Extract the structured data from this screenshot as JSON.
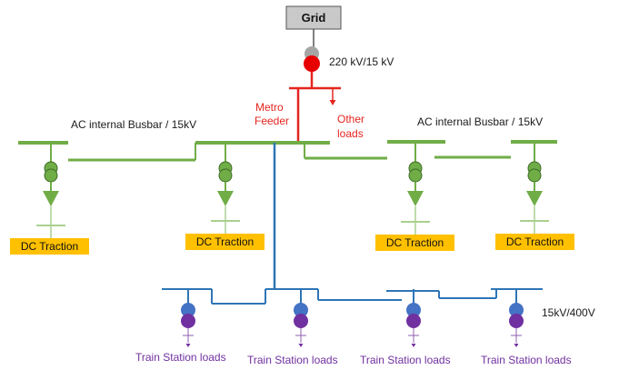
{
  "grid": {
    "label": "Grid"
  },
  "main_transformer": {
    "label": "220 kV/15 kV"
  },
  "metro_feeder": {
    "line1": "Metro",
    "line2": "Feeder"
  },
  "other_loads": {
    "line1": "Other",
    "line2": "loads"
  },
  "busbars": {
    "left_label": "AC internal Busbar / 15kV",
    "right_label": "AC internal Busbar / 15kV"
  },
  "dc_traction": [
    {
      "label": "DC Traction"
    },
    {
      "label": "DC Traction"
    },
    {
      "label": "DC Traction"
    },
    {
      "label": "DC Traction"
    }
  ],
  "station_transformer": {
    "label": "15kV/400V"
  },
  "train_station_loads": [
    {
      "label": "Train Station loads"
    },
    {
      "label": "Train Station loads"
    },
    {
      "label": "Train Station loads"
    },
    {
      "label": "Train Station loads"
    }
  ],
  "colors": {
    "grid_box": "#c9c9c9",
    "transformer_top": "#a5a5a5",
    "transformer_bottom": "#e80000",
    "feeder": "#e4251f",
    "busbar": "#70ad47",
    "dc_box": "#ffc000",
    "dc_bar": "#a9d18e",
    "station_line": "#2e75b6",
    "station_tx_top": "#4472c4",
    "station_tx_bottom": "#7030a0",
    "station_text": "#7030a0"
  }
}
